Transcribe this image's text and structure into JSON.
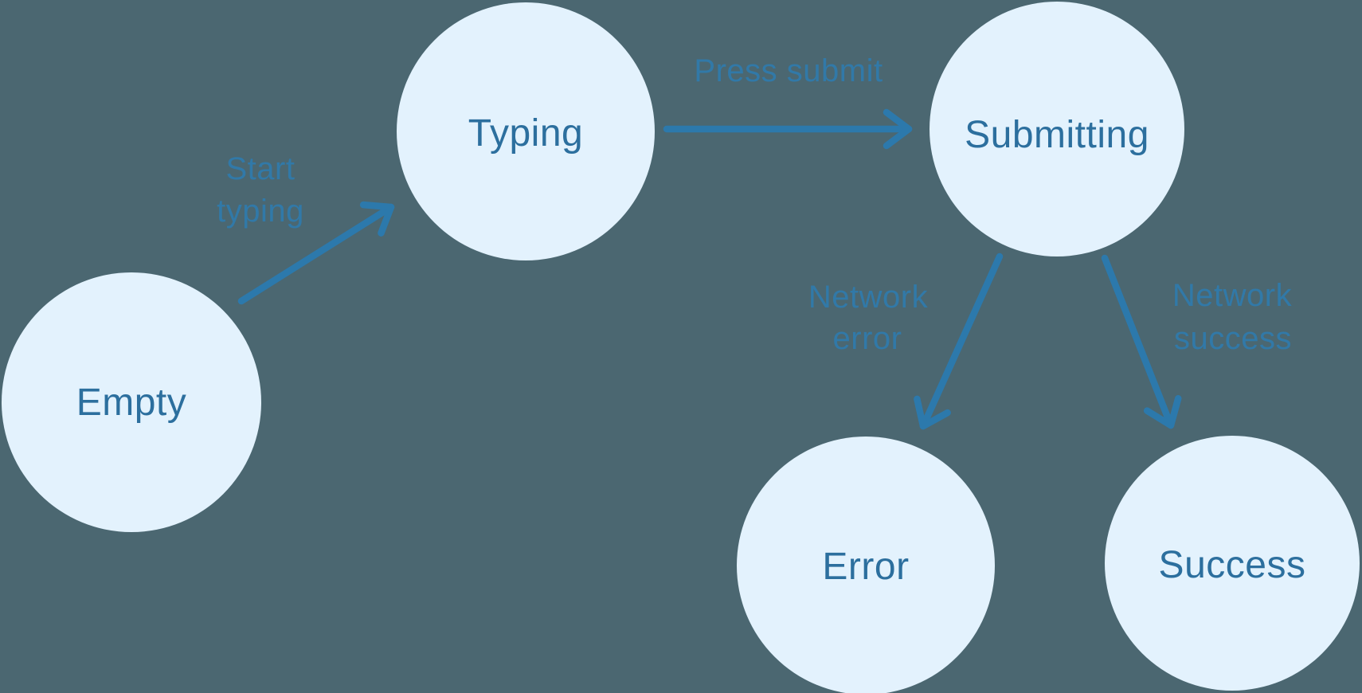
{
  "diagram": {
    "type": "state-machine",
    "colors": {
      "background": "#4b6771",
      "node_fill": "#e3f2fd",
      "node_text": "#2c6f9e",
      "arrow": "#2c79ac",
      "edge_label": "#2f7bad"
    },
    "states": [
      {
        "id": "empty",
        "label": "Empty"
      },
      {
        "id": "typing",
        "label": "Typing"
      },
      {
        "id": "submitting",
        "label": "Submitting"
      },
      {
        "id": "error",
        "label": "Error"
      },
      {
        "id": "success",
        "label": "Success"
      }
    ],
    "transitions": [
      {
        "from": "empty",
        "to": "typing",
        "label": "Start typing",
        "label_lines": [
          "Start",
          "typing"
        ]
      },
      {
        "from": "typing",
        "to": "submitting",
        "label": "Press submit",
        "label_lines": [
          "Press submit"
        ]
      },
      {
        "from": "submitting",
        "to": "error",
        "label": "Network error",
        "label_lines": [
          "Network",
          "error"
        ]
      },
      {
        "from": "submitting",
        "to": "success",
        "label": "Network success",
        "label_lines": [
          "Network",
          "success"
        ]
      }
    ]
  }
}
